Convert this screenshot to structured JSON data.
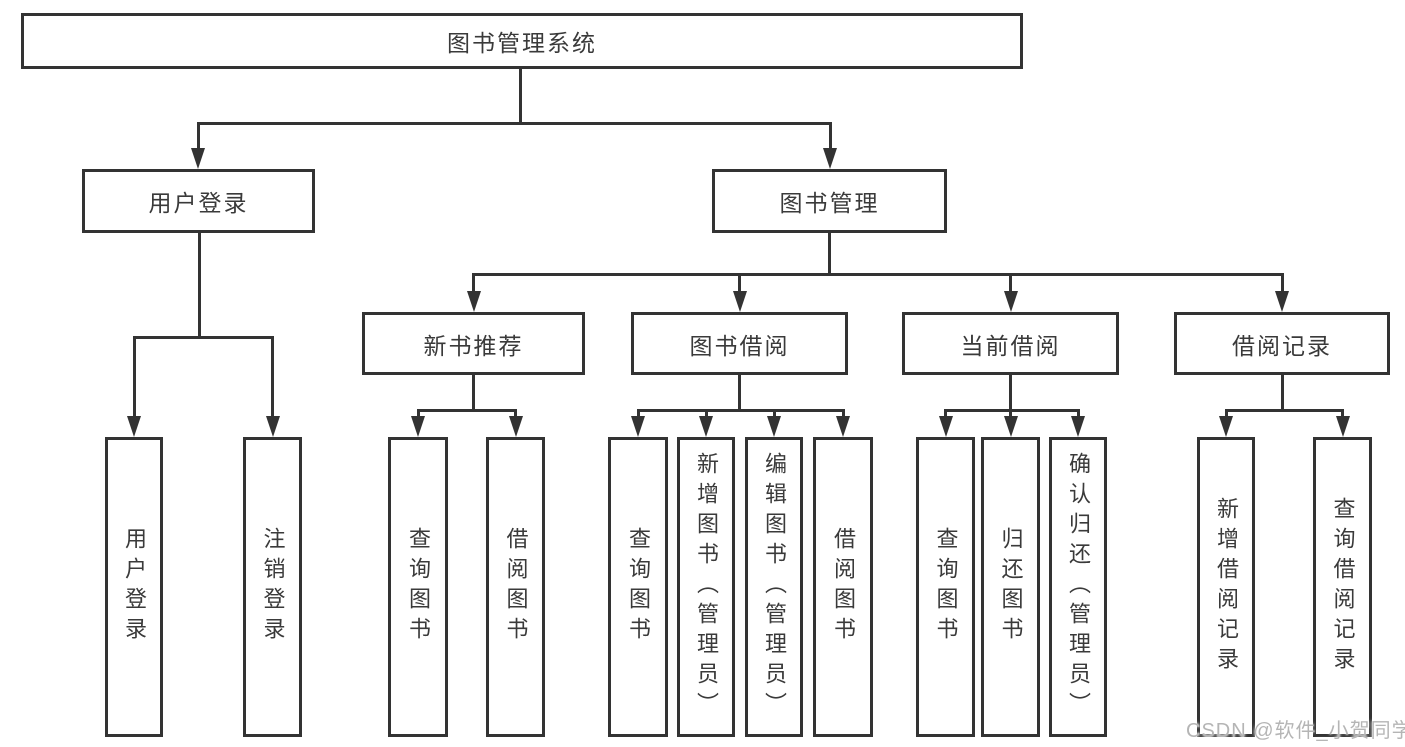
{
  "diagram": {
    "root": {
      "label": "图书管理系统"
    },
    "level2": {
      "user_login": {
        "label": "用户登录"
      },
      "book_management": {
        "label": "图书管理"
      }
    },
    "level3": {
      "new_book_recommend": {
        "label": "新书推荐"
      },
      "book_borrow": {
        "label": "图书借阅"
      },
      "current_borrow": {
        "label": "当前借阅"
      },
      "borrow_records": {
        "label": "借阅记录"
      }
    },
    "leaves": {
      "user_login": [
        "用户登录",
        "注销登录"
      ],
      "new_book_recommend": [
        "查询图书",
        "借阅图书"
      ],
      "book_borrow": [
        "查询图书",
        "新增图书（管理员）",
        "编辑图书（管理员）",
        "借阅图书"
      ],
      "current_borrow": [
        "查询图书",
        "归还图书",
        "确认归还（管理员）"
      ],
      "borrow_records": [
        "新增借阅记录",
        "查询借阅记录"
      ]
    },
    "colors": {
      "line": "#333333",
      "text": "#3a3a3a",
      "box_fill": "#ffffff",
      "background": "#ffffff"
    }
  },
  "watermark": {
    "text": "CSDN @软件_小贺同学",
    "color": "#b5b5b5"
  }
}
